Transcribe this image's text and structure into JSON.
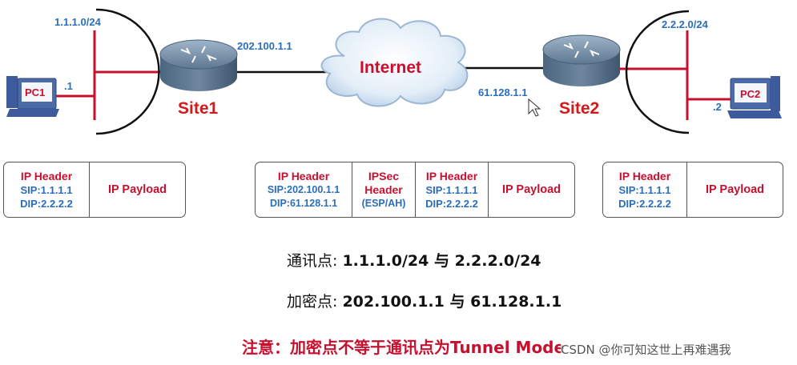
{
  "topology": {
    "left_subnet": "1.1.1.0/24",
    "left_pc_label": "PC1",
    "left_pc_host": ".1",
    "site1_label": "Site1",
    "site1_ip": "202.100.1.1",
    "internet_label": "Internet",
    "site2_ip": "61.128.1.1",
    "site2_label": "Site2",
    "right_subnet": "2.2.2.0/24",
    "right_pc_label": "PC2",
    "right_pc_host": ".2"
  },
  "packets": {
    "left": {
      "header_title": "IP Header",
      "sip": "SIP:1.1.1.1",
      "dip": "DIP:2.2.2.2",
      "payload": "IP Payload"
    },
    "middle": {
      "outer_title": "IP Header",
      "outer_sip": "SIP:202.100.1.1",
      "outer_dip": "DIP:61.128.1.1",
      "ipsec_line1": "IPSec",
      "ipsec_line2": "Header",
      "ipsec_line3": "(ESP/AH)",
      "inner_title": "IP Header",
      "inner_sip": "SIP:1.1.1.1",
      "inner_dip": "DIP:2.2.2.2",
      "payload": "IP Payload"
    },
    "right": {
      "header_title": "IP Header",
      "sip": "SIP:1.1.1.1",
      "dip": "DIP:2.2.2.2",
      "payload": "IP Payload"
    }
  },
  "notes": {
    "comm_label": "通讯点: ",
    "comm_value": "1.1.1.0/24 与 2.2.2.0/24",
    "enc_label": "加密点: ",
    "enc_value": "202.100.1.1 与 61.128.1.1",
    "warning": "注意：加密点不等于通讯点为Tunnel Mode"
  },
  "watermark": "CSDN @你可知这世上再难遇我",
  "colors": {
    "red": "#c8102e",
    "blue": "#2a6ebb",
    "site_red": "#d11a1a"
  }
}
